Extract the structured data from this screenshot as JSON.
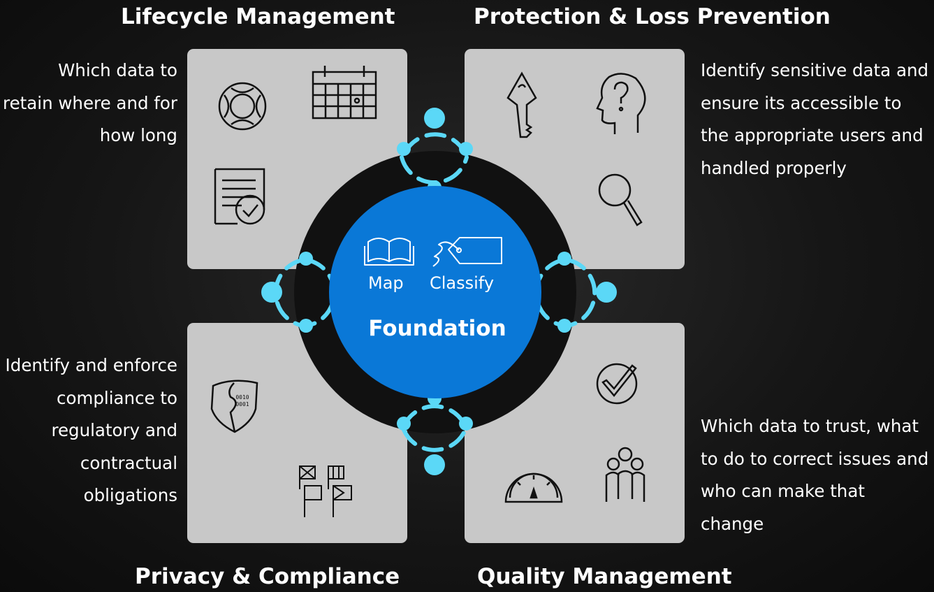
{
  "quadrants": {
    "lifecycle": {
      "title": "Lifecycle Management",
      "description": "Which data to retain where and for how long",
      "icons": [
        "lifebuoy-icon",
        "calendar-icon",
        "document-check-icon"
      ]
    },
    "protection": {
      "title": "Protection & Loss Prevention",
      "description": "Identify sensitive data and ensure its accessible to the appropriate users and handled properly",
      "icons": [
        "key-icon",
        "head-question-icon",
        "magnifier-icon"
      ]
    },
    "privacy": {
      "title": "Privacy & Compliance",
      "description": "Identify and enforce compliance to regulatory and contractual obligations",
      "icons": [
        "binary-shield-icon",
        "flags-icon"
      ]
    },
    "quality": {
      "title": "Quality Management",
      "description": "Which data to trust, what to do to correct issues and who can make that change",
      "icons": [
        "check-badge-icon",
        "gauge-icon",
        "people-group-icon"
      ]
    }
  },
  "center": {
    "map_label": "Map",
    "classify_label": "Classify",
    "title": "Foundation",
    "icons": [
      "open-book-icon",
      "tag-icon"
    ]
  },
  "colors": {
    "background": "#141414",
    "card": "#c8c8c8",
    "ring": "#111111",
    "center": "#0a78d7",
    "connector": "#5bd8f7"
  }
}
